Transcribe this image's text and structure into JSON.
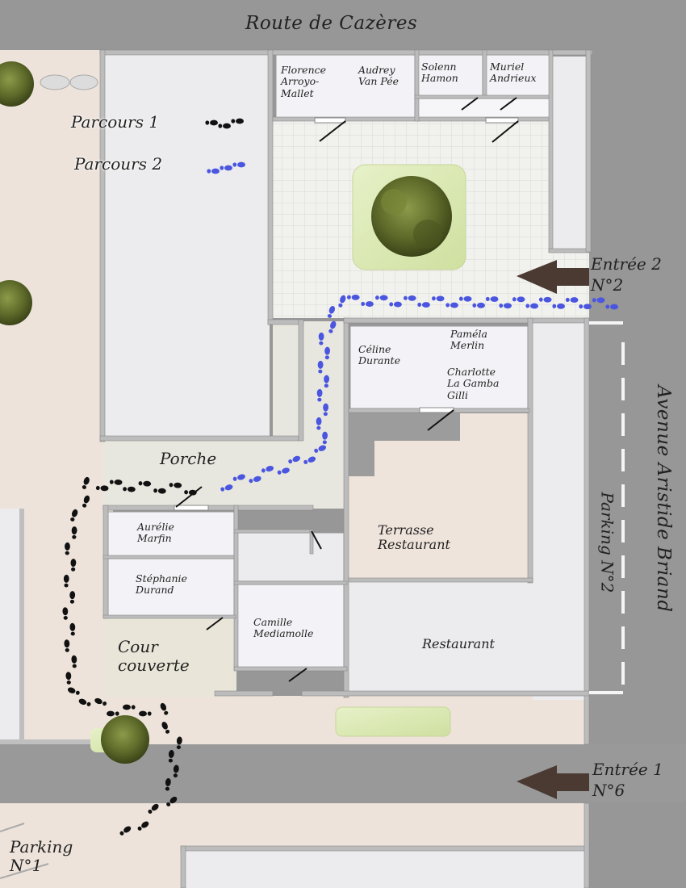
{
  "street_top": "Route de Cazères",
  "street_right": "Avenue Aristide Briand",
  "parking_right": "Parking N°2",
  "parking_bottom": {
    "line1": "Parking",
    "line2": "N°1"
  },
  "legend": [
    {
      "label": "Parcours 1",
      "color": "#111111"
    },
    {
      "label": "Parcours 2",
      "color": "#4a55e0"
    }
  ],
  "entrances": [
    {
      "line1": "Entrée 2",
      "line2": "N°2"
    },
    {
      "line1": "Entrée 1",
      "line2": "N°6"
    }
  ],
  "rooms": {
    "florence": {
      "line1": "Florence",
      "line2": "Arroyo-",
      "line3": "Mallet"
    },
    "audrey": {
      "line1": "Audrey",
      "line2": "Van Pée"
    },
    "solenn": {
      "line1": "Solenn",
      "line2": "Hamon"
    },
    "muriel": {
      "line1": "Muriel",
      "line2": "Andrieux"
    },
    "celine": {
      "line1": "Céline",
      "line2": "Durante"
    },
    "pamela": {
      "line1": "Paméla",
      "line2": "Merlin"
    },
    "charlotte": {
      "line1": "Charlotte",
      "line2": "La Gamba",
      "line3": "Gilli"
    },
    "aurelie": {
      "line1": "Aurélie",
      "line2": "Marfin"
    },
    "stephanie": {
      "line1": "Stéphanie",
      "line2": "Durand"
    },
    "camille": {
      "line1": "Camille",
      "line2": "Mediamolle"
    }
  },
  "areas": {
    "porche": "Porche",
    "cour": {
      "line1": "Cour",
      "line2": "couverte"
    },
    "terrasse": {
      "line1": "Terrasse",
      "line2": "Restaurant"
    },
    "restaurant": "Restaurant"
  }
}
